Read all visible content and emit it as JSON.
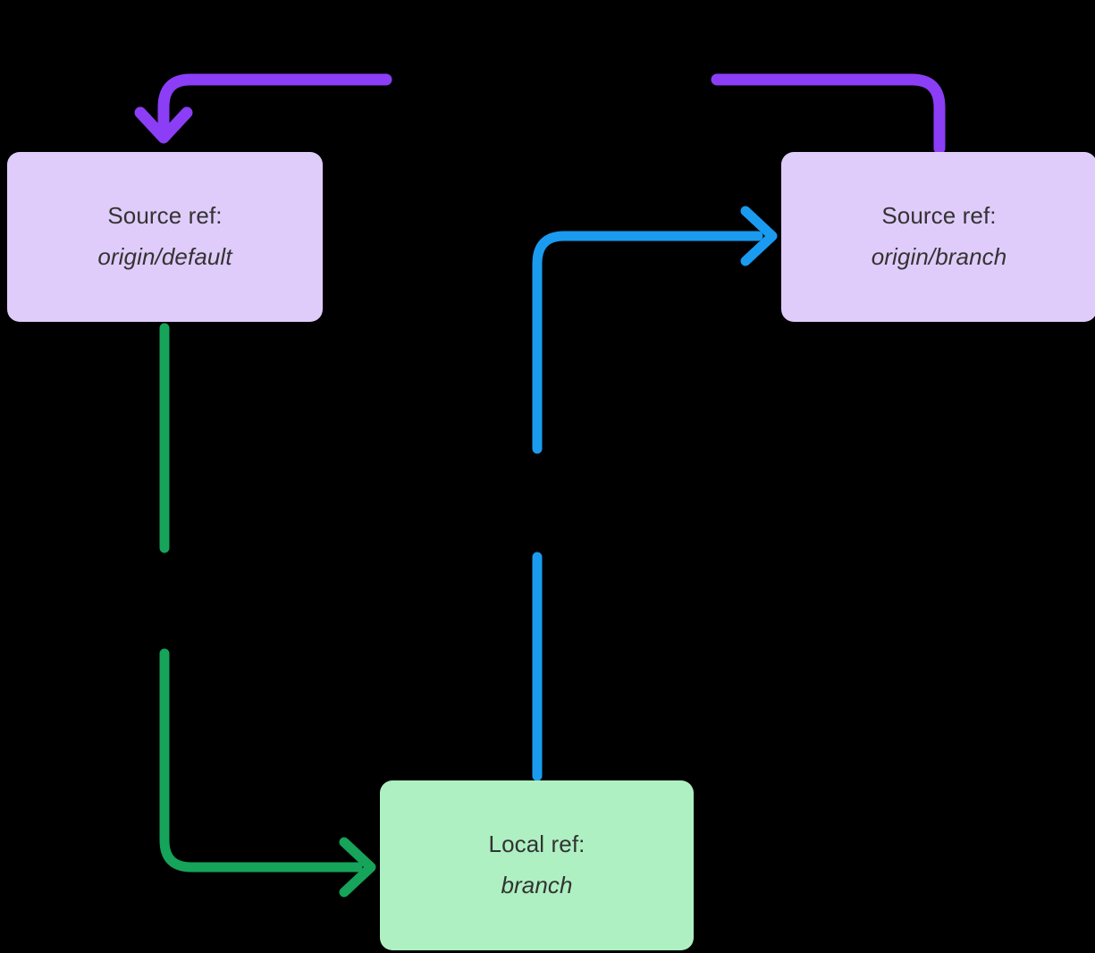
{
  "diagram": {
    "title": "Git ref relationship diagram",
    "background_color": "#000000",
    "nodes": [
      {
        "id": "source-default",
        "name": "source-ref-default",
        "label_line1": "Source ref:",
        "label_line2": "origin/default",
        "fill": "#e0ccfa",
        "text_color": "#333333"
      },
      {
        "id": "source-branch",
        "name": "source-ref-branch",
        "label_line1": "Source ref:",
        "label_line2": "origin/branch",
        "fill": "#e0ccfa",
        "text_color": "#333333"
      },
      {
        "id": "local-branch",
        "name": "local-ref-branch",
        "label_line1": "Local ref:",
        "label_line2": "branch",
        "fill": "#aef0c2",
        "text_color": "#333333"
      }
    ],
    "edges": [
      {
        "id": "purple-top-left",
        "name": "purple-arrow-into-source-default",
        "color": "#8b3ef5",
        "from": "top-bus",
        "to": "source-default",
        "arrowhead": true
      },
      {
        "id": "purple-top-right",
        "name": "purple-line-from-source-branch",
        "color": "#8b3ef5",
        "from": "source-branch",
        "to": "top-bus",
        "arrowhead": false
      },
      {
        "id": "green-left",
        "name": "green-arrow-default-to-local",
        "color": "#16a35a",
        "from": "source-default",
        "to": "local-branch",
        "arrowhead": true
      },
      {
        "id": "blue-center",
        "name": "blue-arrow-local-to-source-branch",
        "color": "#1a9bf0",
        "from": "local-branch",
        "to": "source-branch",
        "arrowhead": true
      }
    ]
  }
}
